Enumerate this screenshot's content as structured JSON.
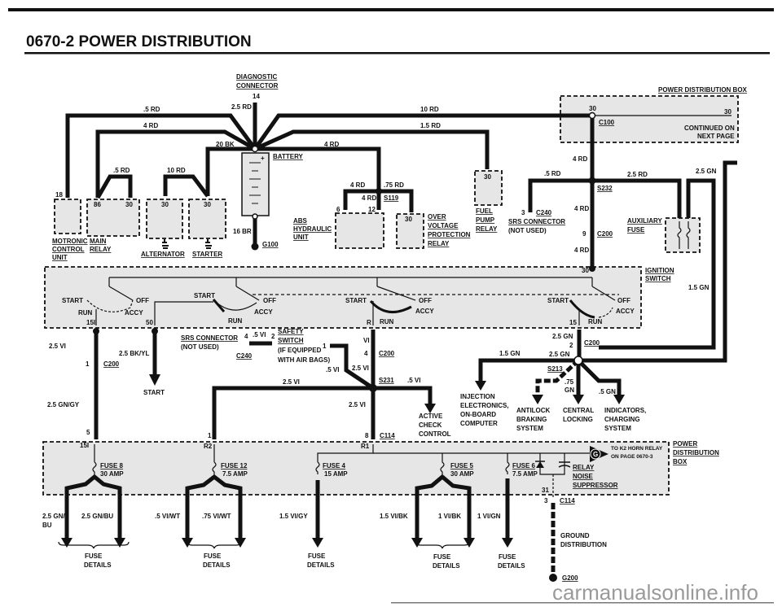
{
  "header": {
    "title": "0670-2 POWER DISTRIBUTION"
  },
  "top": {
    "diag_1": "DIAGNOSTIC",
    "diag_2": "CONNECTOR",
    "diag_pin": "14",
    "diag_wire": "2.5 RD",
    "w_5rd_motronic": ".5 RD",
    "w_4rd_relay": "4 RD",
    "w_20bk": "20 BK",
    "w_5rd_relay": ".5 RD",
    "w_10rd_alt": "10 RD",
    "w_10rd_pdb": "10 RD",
    "w_15rd": "1.5 RD",
    "w_4rd_abs": "4 RD",
    "battery": "BATTERY",
    "battery_plus": "+",
    "w_16br": "16 BR",
    "g100": "G100",
    "pin18": "18",
    "pin86": "86",
    "pin30_relay": "30",
    "pin30_alt": "30",
    "pin30_starter": "30",
    "motronic_1": "MOTRONIC",
    "motronic_2": "CONTROL",
    "motronic_3": "UNIT",
    "main_relay_1": "MAIN",
    "main_relay_2": "RELAY",
    "alternator": "ALTERNATOR",
    "starter": "STARTER",
    "abs_1": "ABS",
    "abs_2": "HYDRAULIC",
    "abs_3": "UNIT",
    "s119_left": "4 RD",
    "s119_right": ".75 RD",
    "s119_down": "4 RD",
    "s119": "S119",
    "pin6": "6",
    "pin12": "12",
    "pin30_ovp": "30",
    "ovp_1": "OVER",
    "ovp_2": "VOLTAGE",
    "ovp_3": "PROTECTION",
    "ovp_4": "RELAY",
    "pin30_fuel": "30",
    "fuel_1": "FUEL",
    "fuel_2": "PUMP",
    "fuel_3": "RELAY",
    "pdb_label": "POWER DISTRIBUTION BOX",
    "pdb_pin30": "30",
    "pdb_pin30_right": "30",
    "c100": "C100",
    "continued_1": "CONTINUED ON",
    "continued_2": "NEXT PAGE",
    "w_4rd_1": "4 RD",
    "w_5rd_srs": ".5 RD",
    "w_25rd": "2.5 RD",
    "s232": "S232",
    "pin3_c240": "3",
    "c240_top": "C240",
    "srs_1": "SRS CONNECTOR",
    "srs_2": "(NOT USED)",
    "w_4rd_2": "4 RD",
    "pin9": "9",
    "c200_top": "C200",
    "w_4rd_3": "4 RD",
    "aux_1": "AUXILIARY",
    "aux_2": "FUSE",
    "w_25gn_top": "2.5 GN"
  },
  "ignition": {
    "label_1": "IGNITION",
    "label_2": "SWITCH",
    "pin30": "30",
    "sw1": {
      "start": "START",
      "off": "OFF",
      "run": "RUN",
      "accy": "ACCY",
      "term": "15I"
    },
    "sw2": {
      "start": "START",
      "off": "OFF",
      "run": "RUN",
      "accy": "ACCY",
      "term": "50"
    },
    "sw3": {
      "start": "START",
      "off": "OFF",
      "run": "RUN",
      "accy": "ACCY",
      "term": "R"
    },
    "sw4": {
      "start": "START",
      "off": "OFF",
      "run": "RUN",
      "accy": "ACCY",
      "term": "15"
    }
  },
  "middle": {
    "w_25vi_left": "2.5 VI",
    "pin1_c200": "1",
    "c200_a": "C200",
    "w_25gngy": "2.5 GN/GY",
    "pin5": "5",
    "w_25bkyl": "2.5 BK/YL",
    "start_out": "START",
    "srs_1": "SRS CONNECTOR",
    "srs_2": "(NOT USED)",
    "srs_pin4": "4",
    "w_5vi_srs": ".5 VI",
    "srs_pin2": "2",
    "c240": "C240",
    "safety_1": "SAFETY",
    "safety_2": "SWITCH",
    "safety_3": "(IF EQUIPPED",
    "safety_4": "WITH AIR BAGS)",
    "safety_pin1": "1",
    "w_5vi_safety": ".5 VI",
    "w_25vi_safety": "2.5 VI",
    "w_vi": "VI",
    "pin4_c200": "4",
    "c200_b": "C200",
    "w_25vi_horiz": "2.5 VI",
    "s231": "S231",
    "w_5vi_acc": ".5 VI",
    "w_25vi_down": "2.5 VI",
    "pin1_r2": "1",
    "pin8": "8",
    "c114": "C114",
    "acc_1": "ACTIVE",
    "acc_2": "CHECK",
    "acc_3": "CONTROL",
    "w_15gn_left": "1.5 GN",
    "w_25gn_a": "2.5 GN",
    "pin2_c200": "2",
    "c200_c": "C200",
    "w_25gn_b": "2.5 GN",
    "s213": "S213",
    "w_75gn_1": ".75",
    "w_75gn_2": "GN",
    "w_5gn": ".5 GN",
    "w_15gn_right": "1.5 GN",
    "inj_1": "INJECTION",
    "inj_2": "ELECTRONICS,",
    "inj_3": "ON-BOARD",
    "inj_4": "COMPUTER",
    "abs_1": "ANTILOCK",
    "abs_2": "BRAKING",
    "abs_3": "SYSTEM",
    "lock_1": "CENTRAL",
    "lock_2": "LOCKING",
    "ind_1": "INDICATORS,",
    "ind_2": "CHARGING",
    "ind_3": "SYSTEM"
  },
  "bottom": {
    "pin15i": "15I",
    "pin_r2": "R2",
    "pin_r1": "R1",
    "fuse8": "FUSE 8",
    "fuse8_amp": "30 AMP",
    "fuse12": "FUSE 12",
    "fuse12_amp": "7.5 AMP",
    "fuse4": "FUSE 4",
    "fuse4_amp": "15 AMP",
    "fuse5": "FUSE 5",
    "fuse5_amp": "30 AMP",
    "fuse6": "FUSE 6",
    "fuse6_amp": "7.5 AMP",
    "relay_1": "RELAY",
    "relay_2": "NOISE",
    "relay_3": "SUPPRESSOR",
    "g_connector": "G",
    "horn_1": "TO K2 HORN RELAY",
    "horn_2": "ON PAGE 0670-3",
    "pdb_1": "POWER",
    "pdb_2": "DISTRIBUTION",
    "pdb_3": "BOX",
    "pin31": "31",
    "pin3": "3",
    "c114": "C114",
    "w_25gnbu_a1": "2.5 GN/",
    "w_25gnbu_a2": "BU",
    "w_25gnbu_b": "2.5 GN/BU",
    "w_5viwt": ".5 VI/WT",
    "w_75viwt": ".75 VI/WT",
    "w_15vigy": "1.5 VI/GY",
    "w_15vibk": "1.5 VI/BK",
    "w_1vibk": "1 VI/BK",
    "w_1vign": "1 VI/GN",
    "fd1_1": "FUSE",
    "fd1_2": "DETAILS",
    "fd2_1": "FUSE",
    "fd2_2": "DETAILS",
    "fd3_1": "FUSE",
    "fd3_2": "DETAILS",
    "fd4_1": "FUSE",
    "fd4_2": "DETAILS",
    "fd5_1": "FUSE",
    "fd5_2": "DETAILS",
    "ground_1": "GROUND",
    "ground_2": "DISTRIBUTION",
    "g200": "G200"
  },
  "watermark": "carmanualsonline.info"
}
